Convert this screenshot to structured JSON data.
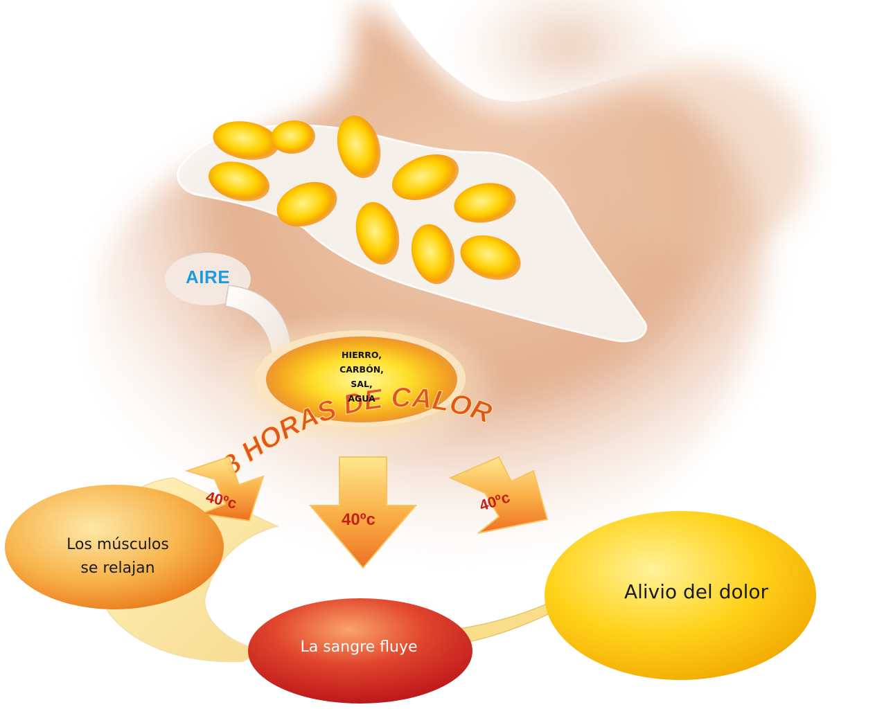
{
  "air_label": "AIRE",
  "ingredients": [
    "HIERRO,",
    "CARBÓN,",
    "SAL,",
    "AGUA"
  ],
  "heat_banner": "8 HORAS DE CALOR",
  "temperatures": [
    "40ºc",
    "40ºc",
    "40ºc"
  ],
  "steps": {
    "muscles": [
      "Los músculos",
      "se relajan"
    ],
    "blood": "La sangre fluye",
    "relief": "Alivio del dolor"
  },
  "colors": {
    "air_text": "#1e9be0",
    "banner_text": "#e2561b",
    "temp_text": "#c51f16",
    "heat_yellow": "#ffd21a",
    "skin": "#e7b996",
    "blood_red": "#c4161c",
    "relief_yellow": "#f8c400"
  }
}
